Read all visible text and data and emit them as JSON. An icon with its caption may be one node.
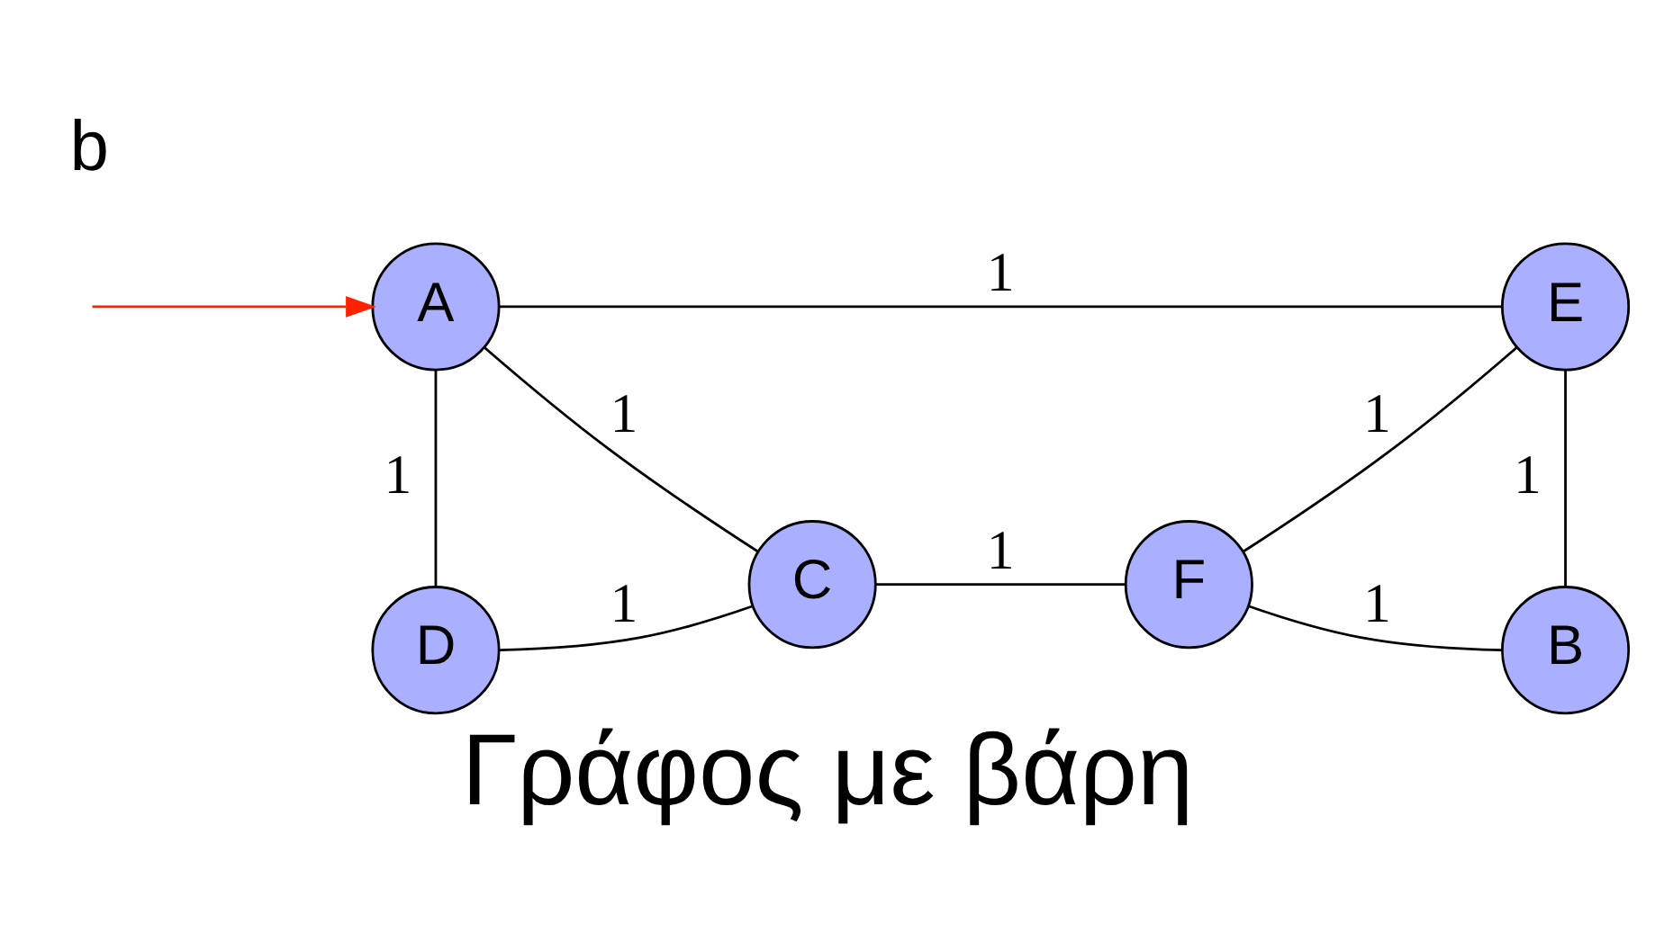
{
  "diagram": {
    "caption": "Γράφος με βάρη",
    "nodes": [
      {
        "text": [
          "A"
        ]
      },
      {
        "text": [
          "E"
        ]
      },
      {
        "text": [
          "C"
        ]
      },
      {
        "text": [
          "F"
        ]
      },
      {
        "text": [
          "D"
        ]
      },
      {
        "text": [
          "B"
        ]
      }
    ],
    "edges": [
      {
        "from": null,
        "to": 0,
        "arrow": "to",
        "color": "#ff2200"
      },
      {
        "from": 0,
        "to": 1,
        "arrow": "none",
        "label": "1"
      },
      {
        "from": 0,
        "to": 2,
        "arrow": "none",
        "label": "1"
      },
      {
        "from": 0,
        "to": 4,
        "arrow": "none",
        "label": "1"
      },
      {
        "from": 4,
        "to": 2,
        "arrow": "none",
        "label": "1"
      },
      {
        "from": 2,
        "to": 3,
        "arrow": "none",
        "label": "1"
      },
      {
        "from": 3,
        "to": 1,
        "arrow": "none",
        "label": "1"
      },
      {
        "from": 1,
        "to": 5,
        "arrow": "none",
        "label": "1"
      },
      {
        "from": 3,
        "to": 5,
        "arrow": "none",
        "label": "1"
      }
    ],
    "labels": [
      "b"
    ]
  }
}
